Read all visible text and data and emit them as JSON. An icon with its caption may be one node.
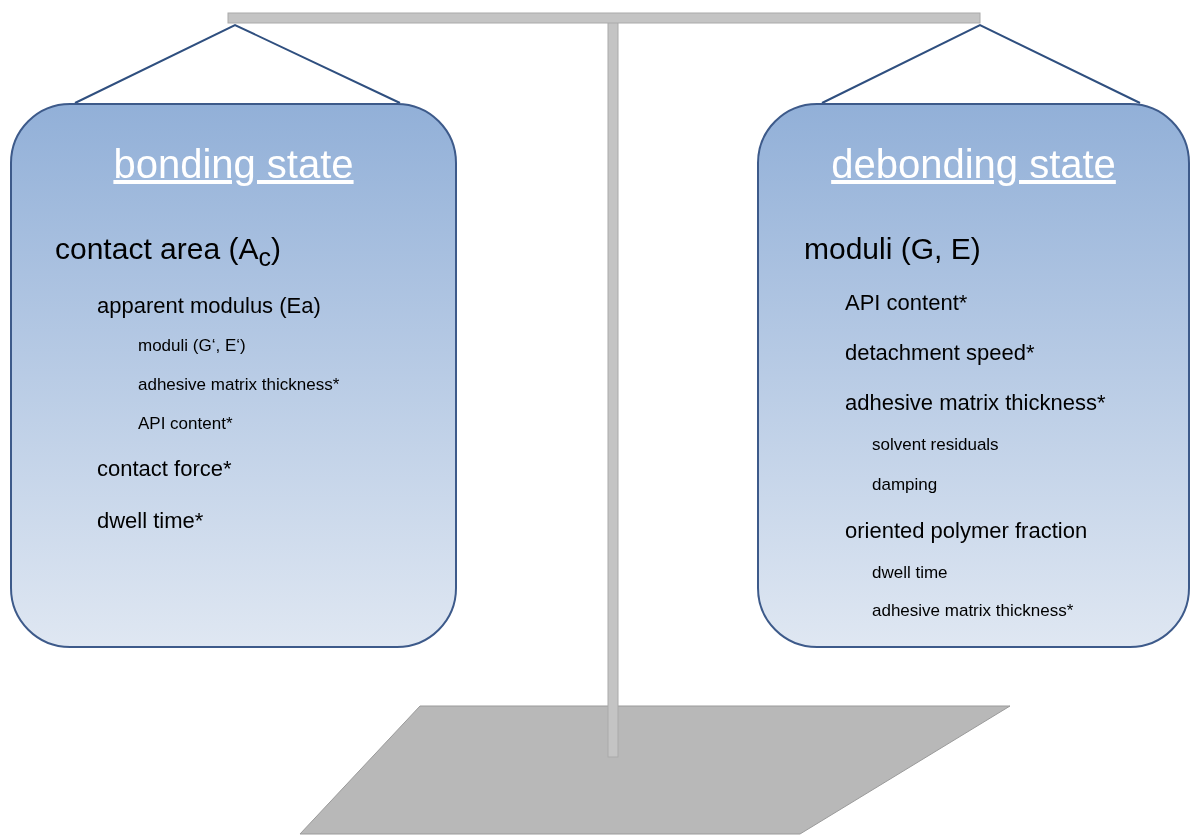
{
  "diagram": {
    "nodes": [
      {
        "text": [
          "bonding state",
          "contact area (A$_{c}$)",
          "apparent modulus (Ea)",
          "moduli (G‘, E‘)",
          "adhesive matrix thickness*",
          "API content*",
          "contact force*",
          "dwell time*"
        ]
      },
      {
        "text": [
          "debonding state",
          "moduli (G, E)",
          "API content*",
          "detachment speed*",
          "adhesive matrix thickness*",
          "solvent residuals",
          "damping",
          "oriented polymer fraction",
          "dwell time",
          "adhesive matrix thickness*"
        ]
      }
    ]
  }
}
